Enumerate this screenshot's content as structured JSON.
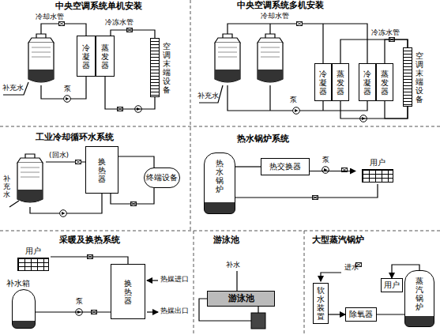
{
  "diagram": {
    "nodes": [
      {
        "text": [
          "冷凝器"
        ]
      },
      {
        "text": [
          "蒸发器"
        ]
      },
      {
        "text": [
          "空调末端设备"
        ]
      },
      {
        "text": [
          "冷凝器"
        ]
      },
      {
        "text": [
          "蒸发器"
        ]
      },
      {
        "text": [
          "冷凝器"
        ]
      },
      {
        "text": [
          "蒸发器"
        ]
      },
      {
        "text": [
          "空调末端设备"
        ]
      },
      {
        "text": [
          "换热器"
        ]
      },
      {
        "text": [
          "终端设备"
        ]
      },
      {
        "text": [
          "热水锅炉"
        ]
      },
      {
        "text": [
          "热交换器"
        ]
      },
      {
        "text": [
          "用户"
        ]
      },
      {
        "text": [
          "用户"
        ]
      },
      {
        "text": [
          "补水箱"
        ]
      },
      {
        "text": [
          "换热器"
        ]
      },
      {
        "text": [
          "游泳池"
        ]
      },
      {
        "text": [
          "软水装置"
        ]
      },
      {
        "text": [
          "除氧器"
        ]
      },
      {
        "text": [
          "用户"
        ]
      },
      {
        "text": [
          "蒸汽锅炉"
        ]
      }
    ],
    "edges": [
      {
        "from": 1,
        "to": 2,
        "arrow": "none"
      },
      {
        "from": 2,
        "to": 1,
        "arrow": "none"
      },
      {
        "from": 4,
        "to": 7,
        "arrow": "none"
      },
      {
        "from": 6,
        "to": 7,
        "arrow": "none"
      },
      {
        "from": 7,
        "to": 6,
        "arrow": "none"
      },
      {
        "from": 7,
        "to": 4,
        "arrow": "none"
      },
      {
        "from": 8,
        "to": 9,
        "arrow": "none"
      },
      {
        "from": 9,
        "to": 8,
        "arrow": "none"
      },
      {
        "from": 10,
        "to": 11,
        "arrow": "none"
      },
      {
        "from": 11,
        "to": 12,
        "arrow": "to"
      },
      {
        "from": 12,
        "to": 10,
        "arrow": "none"
      },
      {
        "from": 13,
        "to": 15,
        "arrow": "none"
      },
      {
        "from": 14,
        "to": 15,
        "arrow": "none"
      },
      {
        "from": 17,
        "to": 18,
        "arrow": "to"
      },
      {
        "from": 18,
        "to": 20,
        "arrow": "none"
      },
      {
        "from": 20,
        "to": 19,
        "arrow": "to"
      }
    ],
    "labels": [
      "中央空调系统单机安装",
      "冷却水管",
      "冷冻水管",
      "补充水",
      "泵",
      "中央空调系统多机安装",
      "冷却水管",
      "冷冻水管",
      "补充水",
      "泵",
      "工业冷却循环水系统",
      "(回水)",
      "补充水",
      "热水锅炉系统",
      "泵",
      "采暖及换热系统",
      "泵",
      "热媒进口",
      "热媒出口",
      "游泳池",
      "补水",
      "大型蒸汽锅炉",
      "进水"
    ]
  }
}
